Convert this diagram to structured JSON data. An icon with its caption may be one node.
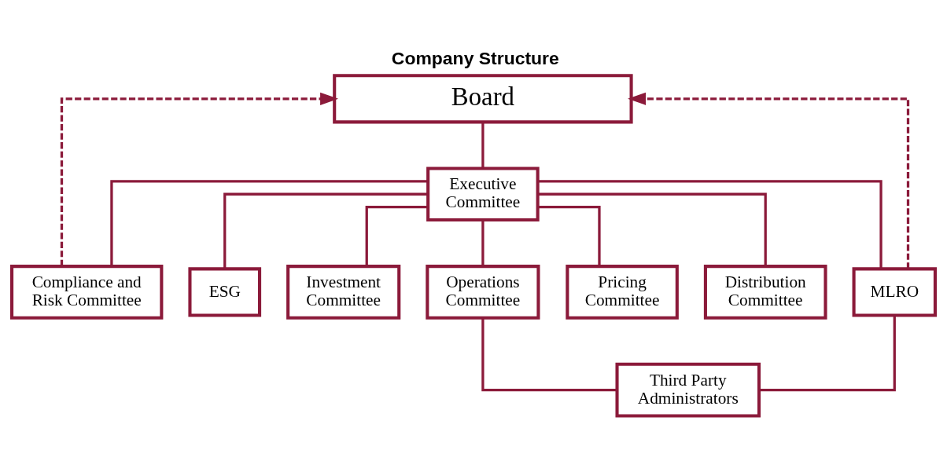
{
  "diagram": {
    "title": "Company Structure",
    "nodes": [
      {
        "text": [
          "Board"
        ]
      },
      {
        "text": [
          "Executive Committee"
        ]
      },
      {
        "text": [
          "Compliance and Risk Committee"
        ]
      },
      {
        "text": [
          "ESG"
        ]
      },
      {
        "text": [
          "Investment Committee"
        ]
      },
      {
        "text": [
          "Operations Committee"
        ]
      },
      {
        "text": [
          "Pricing Committee"
        ]
      },
      {
        "text": [
          "Distribution Committee"
        ]
      },
      {
        "text": [
          "MLRO"
        ]
      },
      {
        "text": [
          "Third Party Administrators"
        ]
      }
    ],
    "edges": [
      {
        "from": 0,
        "to": 1,
        "arrow": "none"
      },
      {
        "from": 1,
        "to": 2,
        "arrow": "none"
      },
      {
        "from": 1,
        "to": 3,
        "arrow": "none"
      },
      {
        "from": 1,
        "to": 4,
        "arrow": "none"
      },
      {
        "from": 1,
        "to": 5,
        "arrow": "none"
      },
      {
        "from": 1,
        "to": 6,
        "arrow": "none"
      },
      {
        "from": 1,
        "to": 7,
        "arrow": "none"
      },
      {
        "from": 1,
        "to": 8,
        "arrow": "none"
      },
      {
        "from": 2,
        "to": 0,
        "arrow": "to",
        "style": "dashed"
      },
      {
        "from": 8,
        "to": 0,
        "arrow": "to",
        "style": "dashed"
      },
      {
        "from": 5,
        "to": 9,
        "arrow": "none"
      },
      {
        "from": 8,
        "to": 9,
        "arrow": "none"
      }
    ]
  }
}
